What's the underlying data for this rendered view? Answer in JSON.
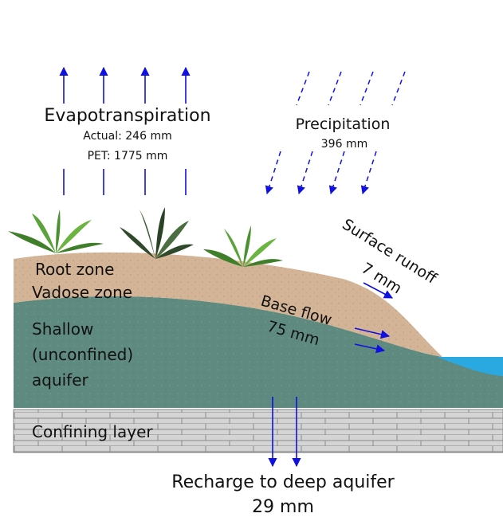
{
  "evapotranspiration": {
    "title": "Evapotranspiration",
    "actual": "Actual: 246 mm",
    "pet": "PET: 1775 mm"
  },
  "precipitation": {
    "title": "Precipitation",
    "value": "396 mm"
  },
  "surface_runoff": {
    "title": "Surface runoff",
    "value": "7 mm"
  },
  "base_flow": {
    "title": "Base flow",
    "value": "75 mm"
  },
  "zones": {
    "root_zone": "Root zone",
    "vadose_zone": "Vadose zone",
    "shallow_line1": "Shallow",
    "shallow_line2": "(unconfined)",
    "shallow_line3": "aquifer",
    "confining_layer": "Confining layer"
  },
  "recharge": {
    "title": "Recharge to deep aquifer",
    "value": "29 mm"
  },
  "colors": {
    "arrow": "#1010e0",
    "soil": "#d4b496",
    "aquifer": "#5f8a80",
    "confining": "#d0d0d0",
    "water": "#2aa8e0"
  }
}
